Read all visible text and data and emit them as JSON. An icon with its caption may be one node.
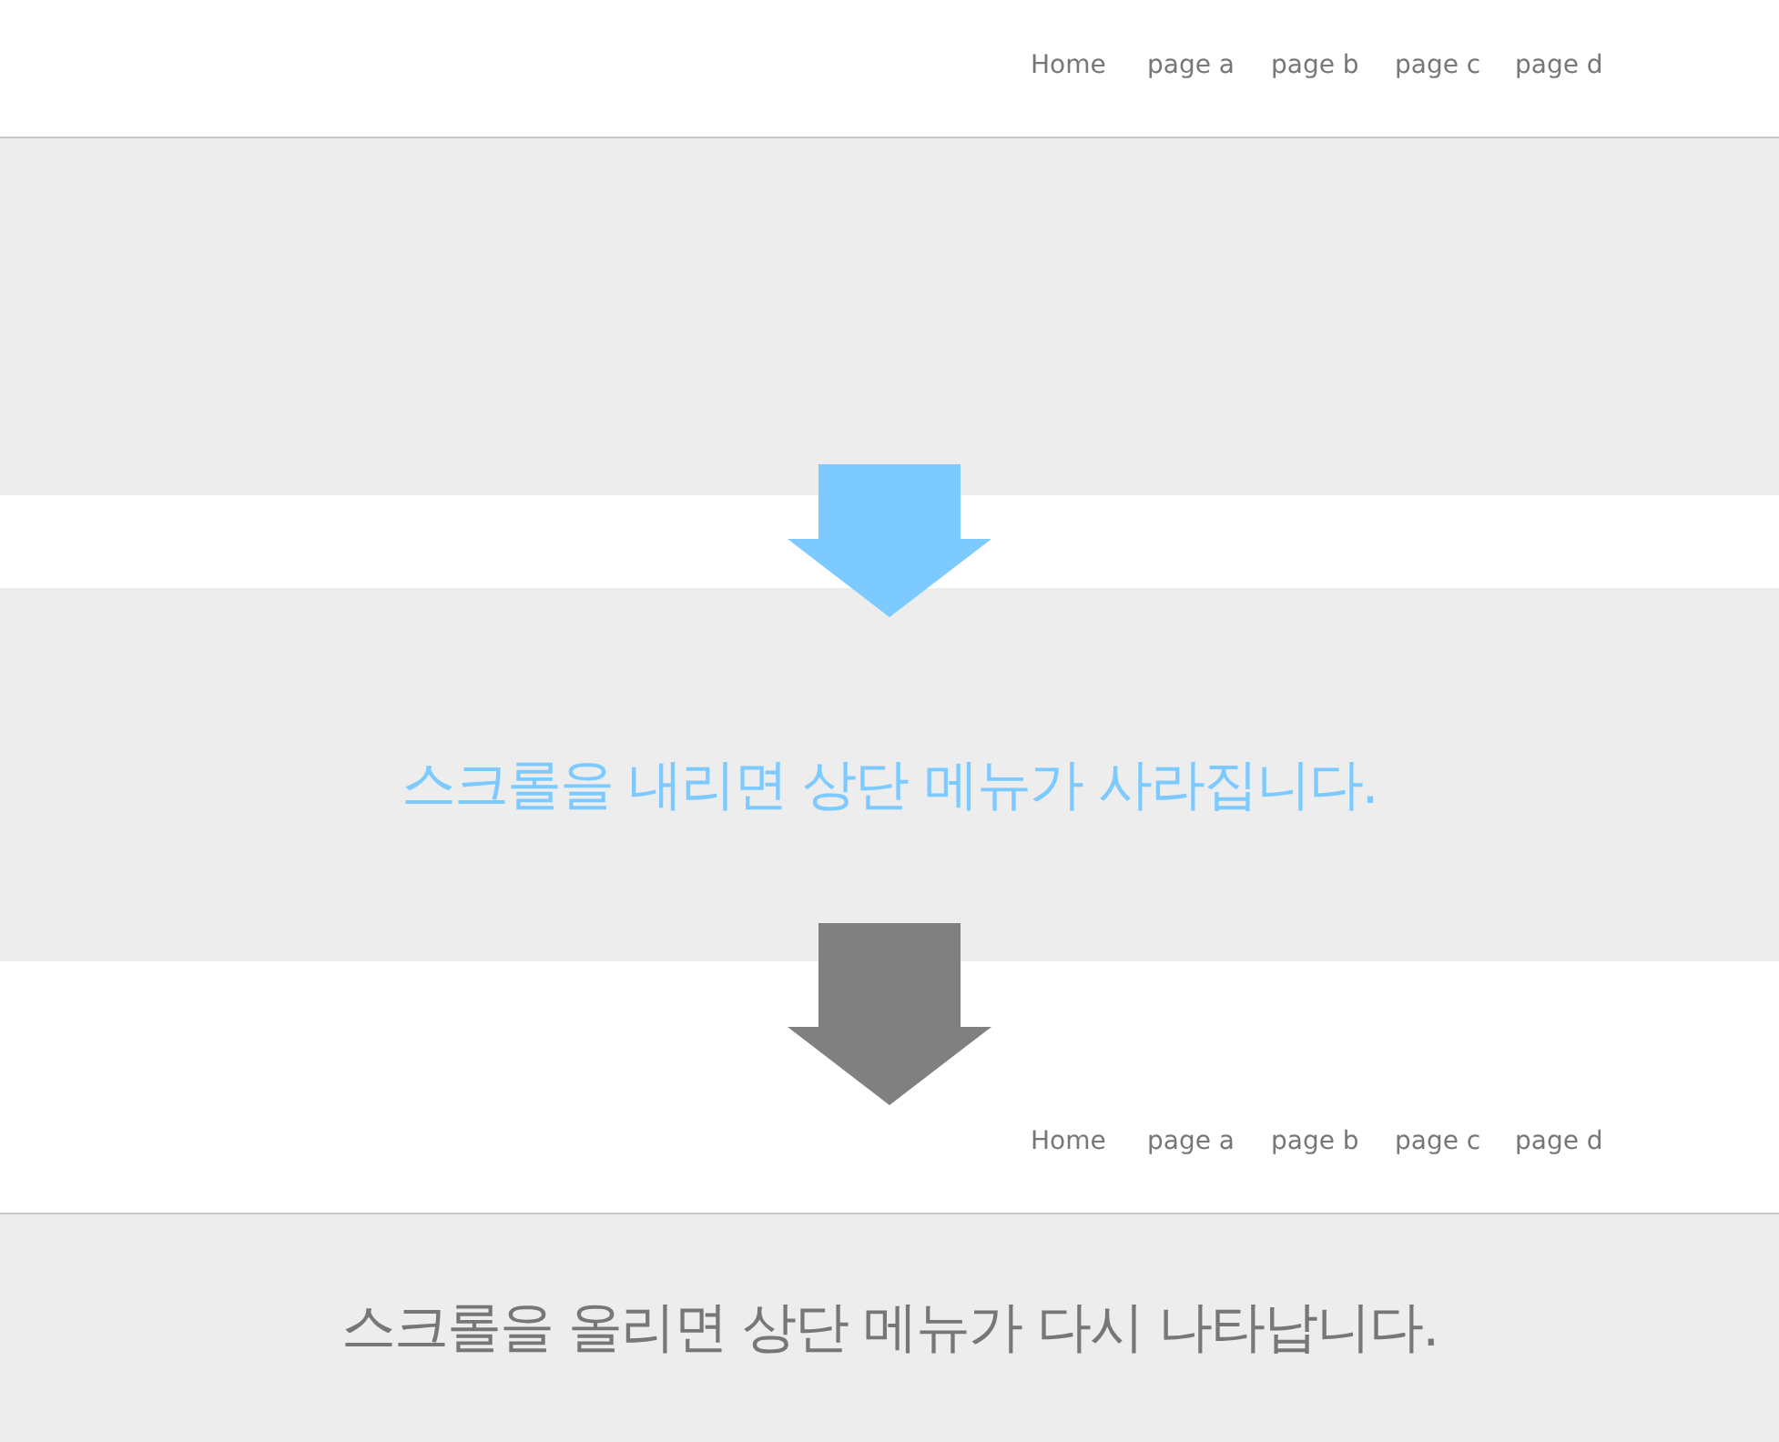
{
  "diagram": {
    "nodes": [
      {
        "text": [
          "Home",
          "page a",
          "page b",
          "page c",
          "page d"
        ]
      },
      {
        "text": [],
        "shape": "box"
      },
      {
        "text": [
          "스크롤을 내리면 상단 메뉴가 사라집니다."
        ]
      },
      {
        "text": [
          "Home",
          "page a",
          "page b",
          "page c",
          "page d"
        ]
      },
      {
        "text": [
          "스크롤을 올리면 상단 메뉴가 다시 나타납니다."
        ]
      }
    ],
    "edges": [
      {
        "from": 1,
        "to": 2,
        "arrow": "to",
        "color": "#7ccaff"
      },
      {
        "from": 2,
        "to": 3,
        "arrow": "to",
        "color": "#808080"
      }
    ]
  }
}
